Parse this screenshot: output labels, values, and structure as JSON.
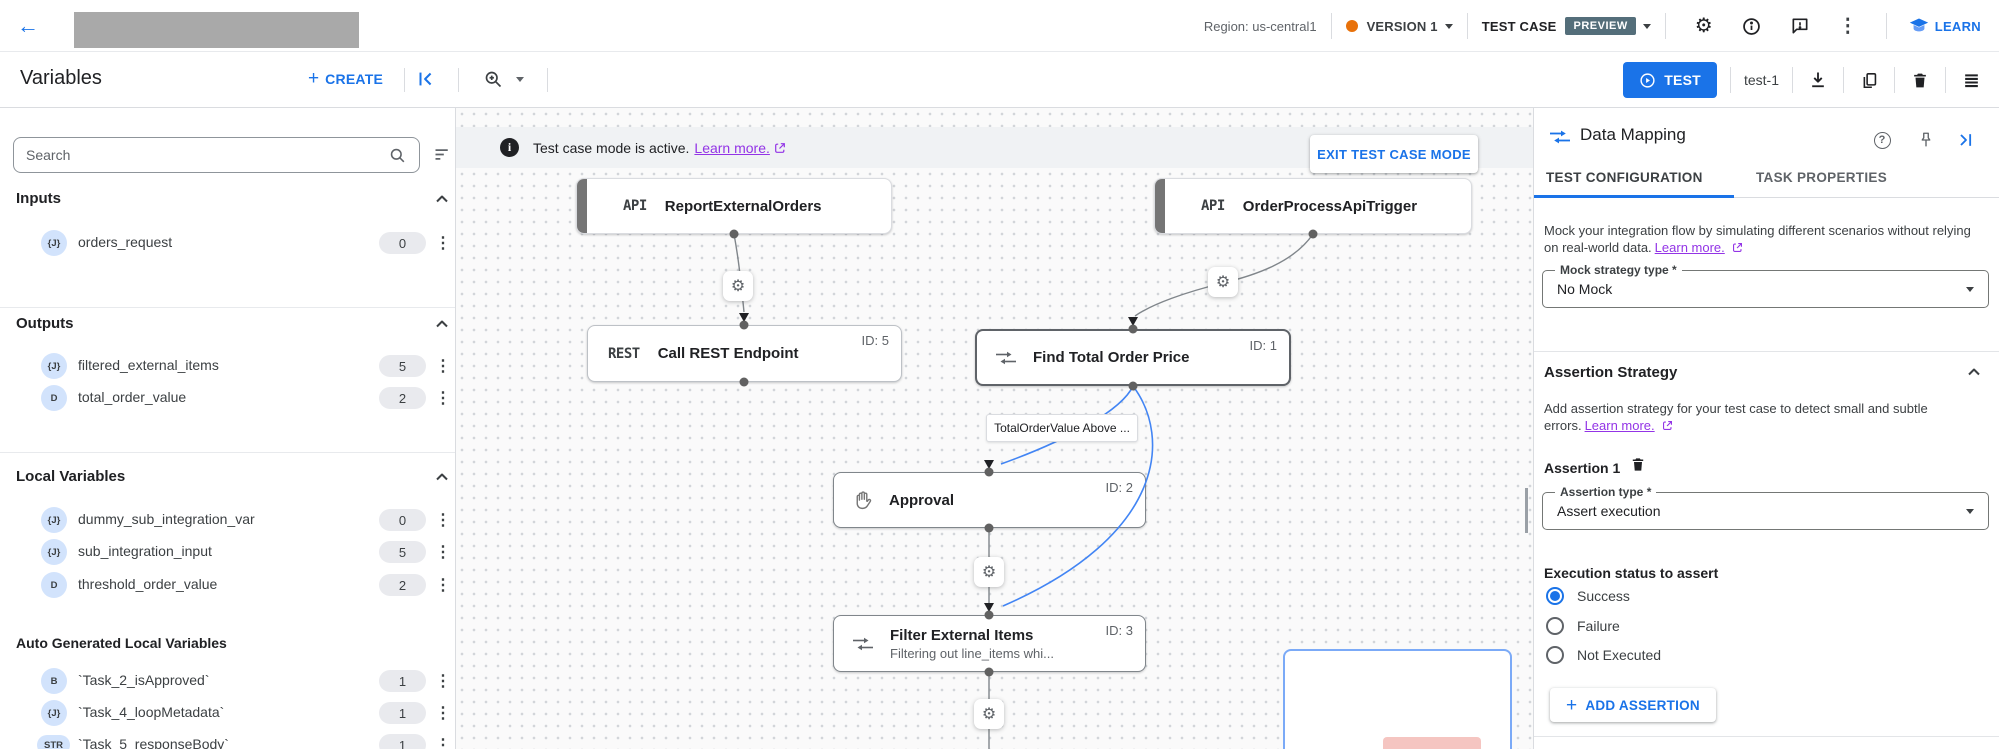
{
  "glyphs": {
    "gear": "⚙",
    "kebab": "⋮",
    "back": "←",
    "question": "?",
    "info": "i",
    "plus": "+"
  },
  "colors": {
    "accent_blue": "#1a73e8",
    "link_purple": "#9334e6",
    "version_dot": "#e8710a",
    "preview_badge_bg": "#546e7a"
  },
  "topbar": {
    "region": "Region: us-central1",
    "version_label": "VERSION 1",
    "test_case_label": "TEST CASE",
    "preview_badge": "PREVIEW",
    "learn_label": "LEARN"
  },
  "toolbar": {
    "title": "Variables",
    "create_label": "CREATE",
    "test_label": "TEST",
    "test_case_name": "test-1"
  },
  "sidebar": {
    "search_placeholder": "Search",
    "sections": [
      {
        "title": "Inputs",
        "items": [
          {
            "type": "{J}",
            "name": "orders_request",
            "count": "0"
          }
        ]
      },
      {
        "title": "Outputs",
        "items": [
          {
            "type": "{J}",
            "name": "filtered_external_items",
            "count": "5"
          },
          {
            "type": "D",
            "name": "total_order_value",
            "count": "2"
          }
        ]
      },
      {
        "title": "Local Variables",
        "items": [
          {
            "type": "{J}",
            "name": "dummy_sub_integration_var",
            "count": "0"
          },
          {
            "type": "{J}",
            "name": "sub_integration_input",
            "count": "5"
          },
          {
            "type": "D",
            "name": "threshold_order_value",
            "count": "2"
          }
        ]
      },
      {
        "title": "Auto Generated Local Variables",
        "items": [
          {
            "type": "B",
            "name": "`Task_2_isApproved`",
            "count": "1"
          },
          {
            "type": "{J}",
            "name": "`Task_4_loopMetadata`",
            "count": "1"
          },
          {
            "type": "STR",
            "name": "`Task_5_responseBody`",
            "count": "1"
          }
        ]
      }
    ]
  },
  "canvas": {
    "banner": {
      "message": "Test case mode is active.",
      "learn_more": "Learn more.",
      "exit_button": "EXIT TEST CASE MODE"
    },
    "nodes": {
      "report": {
        "badge": "API",
        "title": "ReportExternalOrders"
      },
      "order_trigger": {
        "badge": "API",
        "title": "OrderProcessApiTrigger"
      },
      "rest": {
        "badge": "REST",
        "title": "Call REST Endpoint",
        "id": "ID: 5"
      },
      "find_total": {
        "title": "Find Total Order Price",
        "id": "ID: 1"
      },
      "approval": {
        "title": "Approval",
        "id": "ID: 2"
      },
      "filter": {
        "title": "Filter External Items",
        "subtitle": "Filtering out line_items whi...",
        "id": "ID: 3"
      }
    },
    "edge_label": "TotalOrderValue Above ..."
  },
  "panel": {
    "title": "Data Mapping",
    "tabs": [
      "TEST CONFIGURATION",
      "TASK PROPERTIES"
    ],
    "mock": {
      "description": "Mock your integration flow by simulating different scenarios without relying on real-world data.",
      "learn_more": "Learn more.",
      "select_label": "Mock strategy type *",
      "select_value": "No Mock"
    },
    "assertion": {
      "title": "Assertion Strategy",
      "description": "Add assertion strategy for your test case to detect small and subtle errors.",
      "learn_more": "Learn more.",
      "item_label": "Assertion 1",
      "type_label": "Assertion type *",
      "type_value": "Assert execution"
    },
    "execution_status": {
      "label": "Execution status to assert",
      "options": [
        "Success",
        "Failure",
        "Not Executed"
      ],
      "selected": "Success"
    },
    "add_assertion_label": "ADD ASSERTION"
  }
}
